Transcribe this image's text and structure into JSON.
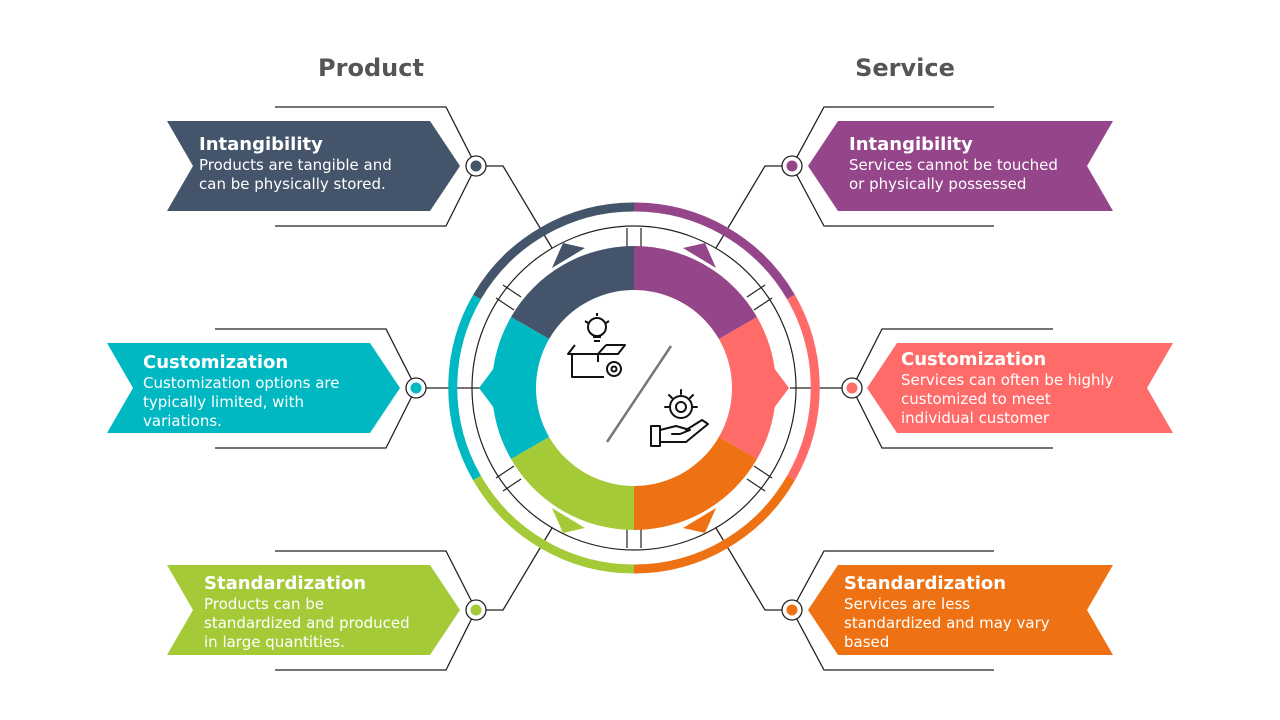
{
  "columns": {
    "product": "Product",
    "service": "Service"
  },
  "colors": {
    "slate": "#44546A",
    "purple": "#954589",
    "cyan": "#00B8C2",
    "coral": "#FF6B68",
    "green": "#A4CA38",
    "orange": "#EE7213"
  },
  "cards": {
    "product_intangibility": {
      "title": "Intangibility",
      "body": "Products are tangible and\ncan be physically stored."
    },
    "product_customization": {
      "title": "Customization",
      "body": "Customization options are\ntypically limited, with\nvariations."
    },
    "product_standardization": {
      "title": "Standardization",
      "body": "Products can be\nstandardized and produced\nin large quantities."
    },
    "service_intangibility": {
      "title": "Intangibility",
      "body": "Services cannot be touched\nor physically possessed"
    },
    "service_customization": {
      "title": "Customization",
      "body": "Services can often be highly\ncustomized to meet\nindividual customer"
    },
    "service_standardization": {
      "title": "Standardization",
      "body": "Services are less\nstandardized and may vary\nbased"
    }
  },
  "icons": {
    "product": "box-lightbulb-gear-icon",
    "service": "hand-gear-icon"
  }
}
